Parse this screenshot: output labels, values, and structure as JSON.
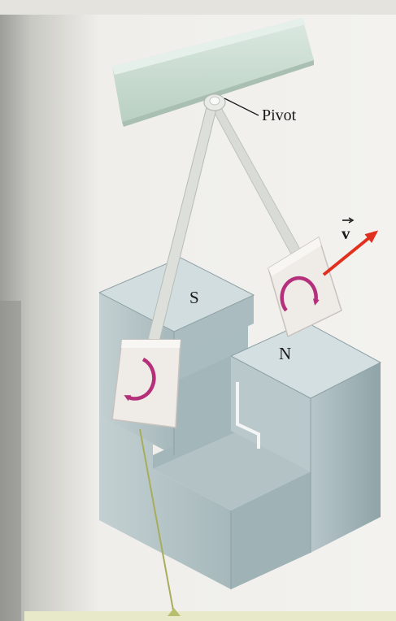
{
  "labels": {
    "pivot": "Pivot",
    "south_pole": "S",
    "north_pole": "N",
    "velocity_vector": "v"
  },
  "colors": {
    "page": "#efeeea",
    "magnet_light": "#cfdadc",
    "magnet_mid": "#b4c4c7",
    "magnet_dark": "#97abb0",
    "support_bar": "#cfe0d6",
    "rod": "#d6d9d4",
    "plate": "#eeeae6",
    "eddy_arrow": "#b5307a",
    "velocity_arrow": "#e2301f",
    "string": "#a7ad5a"
  },
  "icons": {
    "eddy_current": "circular-arrow-icon",
    "velocity": "arrow-icon"
  }
}
